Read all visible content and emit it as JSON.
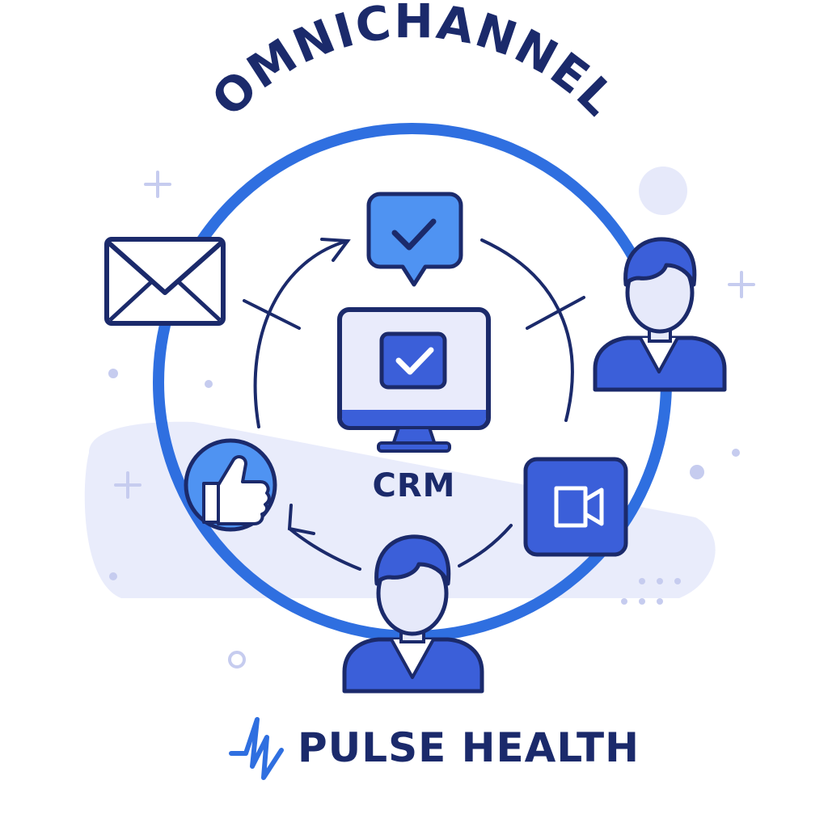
{
  "title": "OMNICHANNEL",
  "center": {
    "label": "CRM",
    "icon": "monitor-check-icon"
  },
  "channels": [
    {
      "name": "chat",
      "icon": "chat-check-icon"
    },
    {
      "name": "email",
      "icon": "envelope-icon"
    },
    {
      "name": "customer-top-right",
      "icon": "person-icon"
    },
    {
      "name": "video",
      "icon": "video-camera-icon"
    },
    {
      "name": "customer-bottom",
      "icon": "person-icon"
    },
    {
      "name": "social",
      "icon": "thumbs-up-icon"
    }
  ],
  "brand": {
    "name": "PULSE HEALTH",
    "icon": "pulse-bolt-icon"
  },
  "colors": {
    "navy": "#1b2a6b",
    "ring_blue": "#2f6fe0",
    "light_blue": "#4f93f2",
    "mid_blue": "#3b5fd9",
    "pale_lavender": "#e6e9fa",
    "screen_fill": "#e9ebfb"
  }
}
